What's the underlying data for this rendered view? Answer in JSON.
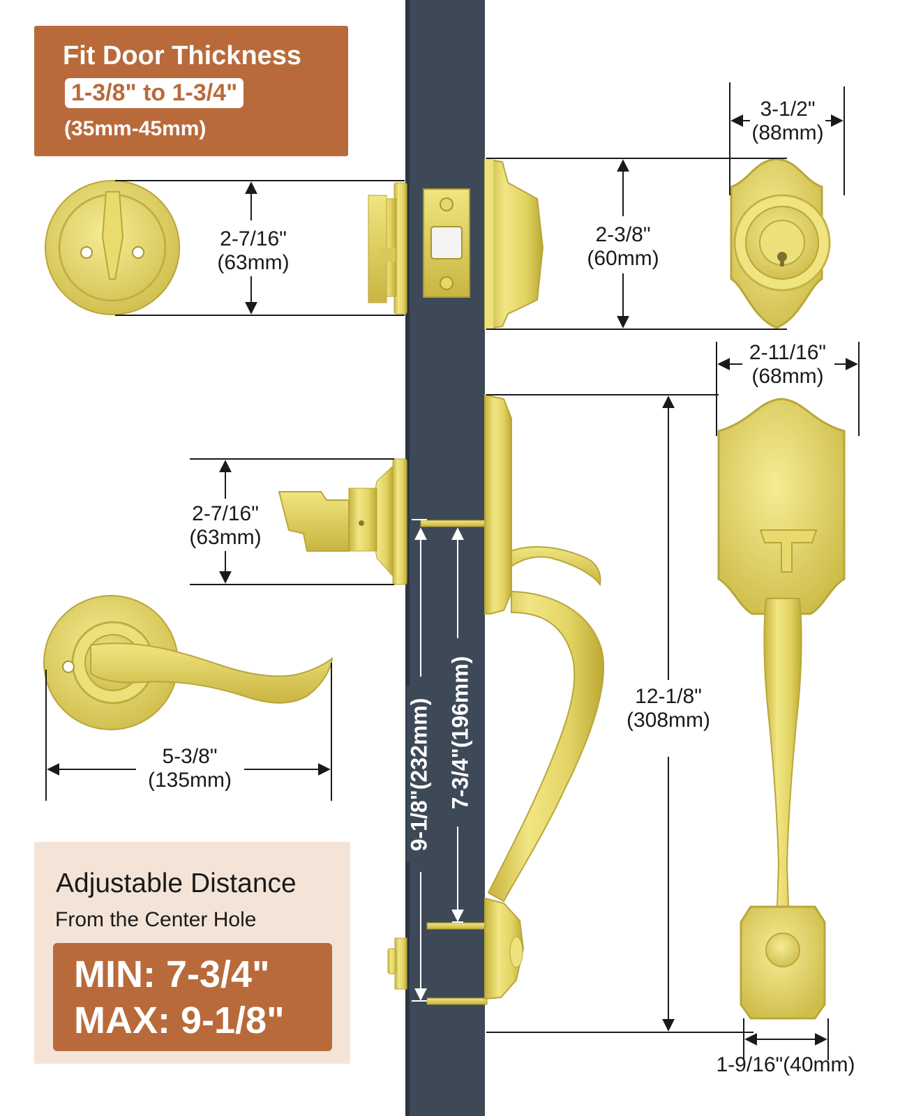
{
  "fit_card": {
    "title": "Fit Door Thickness",
    "range": "1-3/8\" to 1-3/4\"",
    "metric": "(35mm-45mm)"
  },
  "dimensions": {
    "rose_height": {
      "in": "2-7/16\"",
      "mm": "(63mm)"
    },
    "deadbolt_height": {
      "in": "2-3/8\"",
      "mm": "(60mm)"
    },
    "exterior_plate_width": {
      "in": "3-1/2\"",
      "mm": "(88mm)"
    },
    "handleset_width": {
      "in": "2-11/16\"",
      "mm": "(68mm)"
    },
    "lever_rose_height": {
      "in": "2-7/16\"",
      "mm": "(63mm)"
    },
    "lever_length": {
      "in": "5-3/8\"",
      "mm": "(135mm)"
    },
    "handleset_height": {
      "in": "12-1/8\"",
      "mm": "(308mm)"
    },
    "handleset_bottom_width": "1-9/16\"(40mm)",
    "max_distance": "9-1/8\"(232mm)",
    "min_distance": "7-3/4\"(196mm)"
  },
  "adjust_card": {
    "title": "Adjustable Distance",
    "subtitle": "From the Center Hole",
    "min": "MIN: 7-3/4\"",
    "max": "MAX: 9-1/8\""
  },
  "colors": {
    "door": "#3d4957",
    "brass": "#e3d563",
    "accent": "#b96a3a",
    "panel": "#f4e4d8"
  }
}
